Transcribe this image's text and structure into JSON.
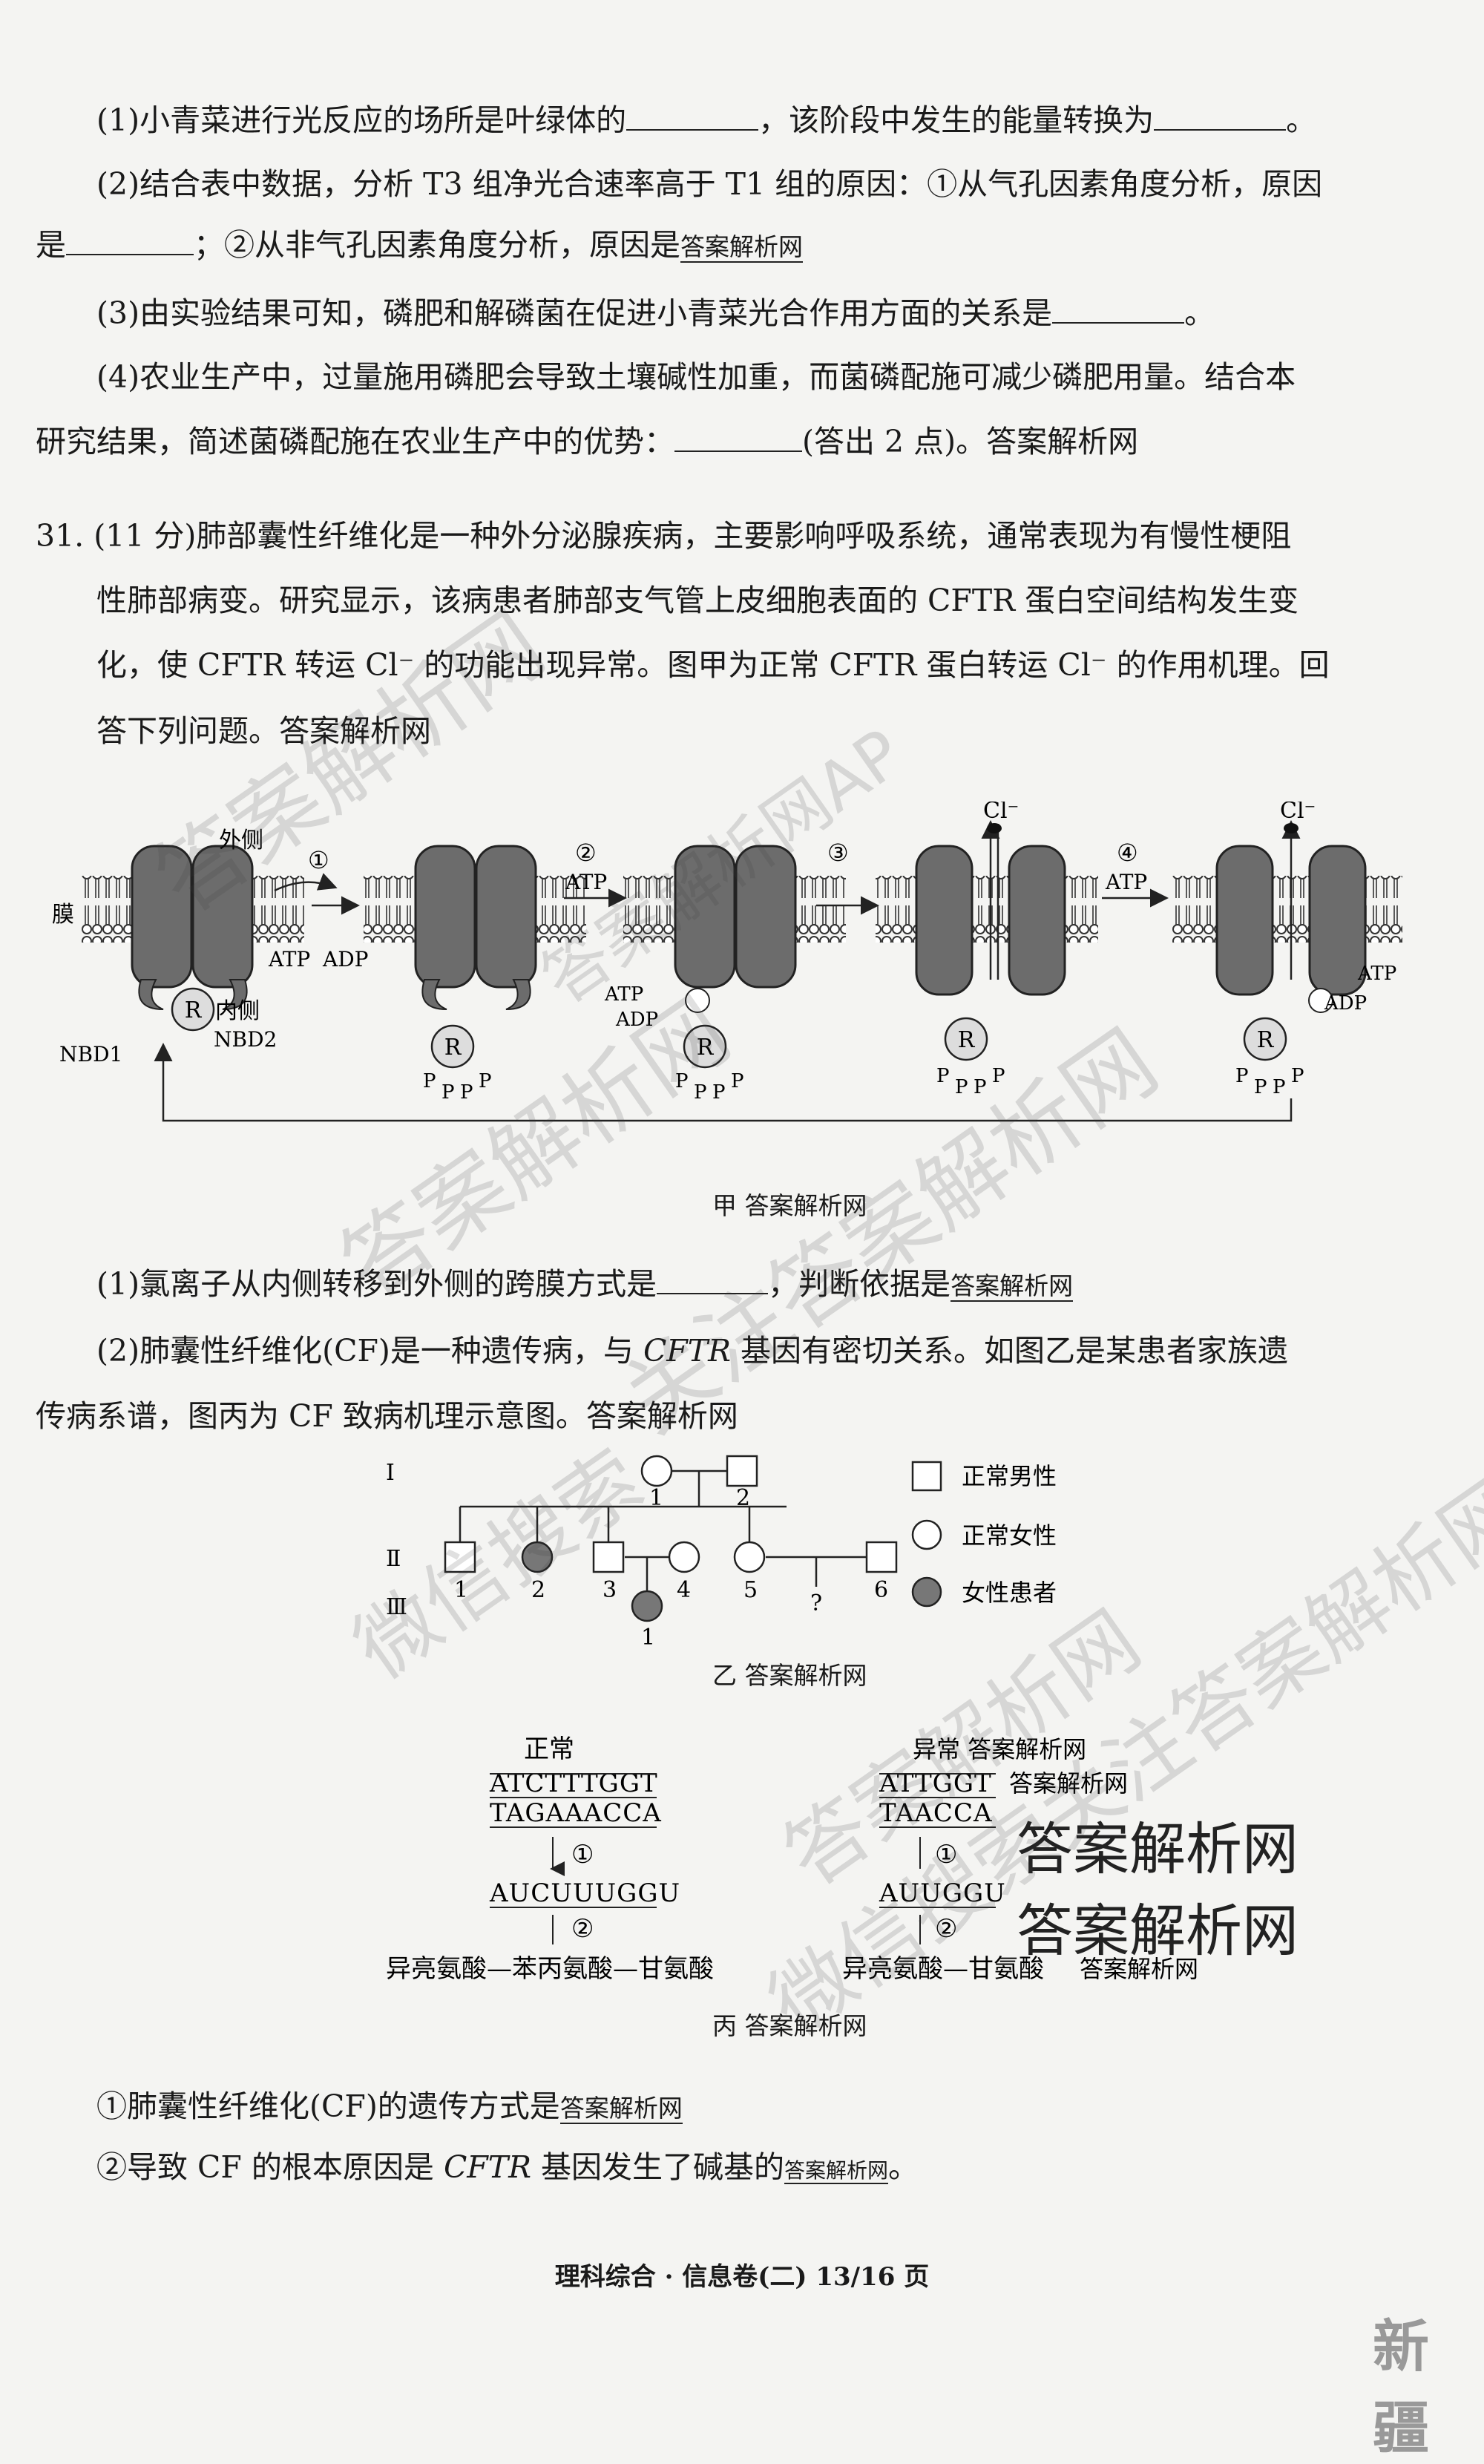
{
  "q30": {
    "p1a": "(1)小青菜进行光反应的场所是叶绿体的",
    "p1b": "，该阶段中发生的能量转换为",
    "p1c": "。",
    "p2a": "(2)结合表中数据，分析 T3 组净光合速率高于 T1 组的原因：①从气孔因素角度分析，原因",
    "p2b": "是",
    "p2c": "；②从非气孔因素角度分析，原因是",
    "p2d": "答案解析网",
    "p3a": "(3)由实验结果可知，磷肥和解磷菌在促进小青菜光合作用方面的关系是",
    "p3b": "。",
    "p4a": "(4)农业生产中，过量施用磷肥会导致土壤碱性加重，而菌磷配施可减少磷肥用量。结合本",
    "p4b": "研究结果，简述菌磷配施在农业生产中的优势：",
    "p4c": "(答出 2 点)。答案解析网"
  },
  "q31": {
    "l1": "31. (11 分)肺部囊性纤维化是一种外分泌腺疾病，主要影响呼吸系统，通常表现为有慢性梗阻",
    "l2": "性肺部病变。研究显示，该病患者肺部支气管上皮细胞表面的 CFTR 蛋白空间结构发生变",
    "l3": "化，使 CFTR 转运 Cl⁻ 的功能出现异常。图甲为正常 CFTR 蛋白转运 Cl⁻ 的作用机理。回",
    "l4": "答下列问题。答案解析网"
  },
  "figA": {
    "outer": "外侧",
    "membrane": "膜",
    "inner": "内侧",
    "nbd1": "NBD1",
    "nbd2": "NBD2",
    "r": "R",
    "p": "P",
    "atp": "ATP",
    "adp": "ADP",
    "cl": "Cl⁻",
    "s1": "①",
    "s2": "②",
    "s3": "③",
    "s4": "④",
    "caption": "甲 答案解析网"
  },
  "q31b": {
    "s1a": "(1)氯离子从内侧转移到外侧的跨膜方式是",
    "s1b": "，判断依据是",
    "s1c": "答案解析网",
    "s2a": "(2)肺囊性纤维化(CF)是一种遗传病，与",
    "s2gene": "CFTR",
    "s2b": "基因有密切关系。如图乙是某患者家族遗",
    "s2c": "传病系谱，图丙为 CF 致病机理示意图。答案解析网"
  },
  "pedigree": {
    "gen1": "I",
    "gen2": "Ⅱ",
    "gen3": "Ⅲ",
    "n1": "1",
    "n2": "2",
    "n3": "3",
    "n4": "4",
    "n5": "5",
    "n6": "6",
    "q": "?",
    "leg_male": "正常男性",
    "leg_female": "正常女性",
    "leg_patient": "女性患者",
    "caption": "乙 答案解析网"
  },
  "figC": {
    "normal": "正常",
    "abnormal": "异常 答案解析网",
    "n_top": "ATCTTTGGT",
    "n_bot": "TAGAAACCA",
    "n_rna": "AUCUUUGGU",
    "n_protein": "异亮氨酸—苯丙氨酸—甘氨酸",
    "a_top": "ATTGGT",
    "a_bot": "TAACCA",
    "a_rna": "AUUGGU",
    "a_protein": "异亮氨酸—甘氨酸",
    "step1": "①",
    "step2": "②",
    "wm_small1": "答案解析网",
    "wm_small2": "答案解析网",
    "wm_big1": "答案解析网",
    "wm_big2": "答案解析网",
    "caption": "丙 答案解析网"
  },
  "q31c": {
    "c1a": "①肺囊性纤维化(CF)的遗传方式是",
    "c1b": "答案解析网",
    "c2a": "②导致 CF 的根本原因是",
    "c2gene": "CFTR",
    "c2b": "基因发生了碱基的",
    "c2c": "答案解析网",
    "c2d": "。"
  },
  "watermarks": {
    "w1": "答案解析网",
    "w2": "答案解析网AP",
    "w3": "答案解析网",
    "w4": "关注答案解析网",
    "w5": "微信搜索",
    "w6": "微信搜索关注答案解析网小程序",
    "w7": "答案解析网"
  },
  "footer": {
    "text": "理科综合 · 信息卷(二)  13/16 页",
    "corner": "新疆"
  }
}
